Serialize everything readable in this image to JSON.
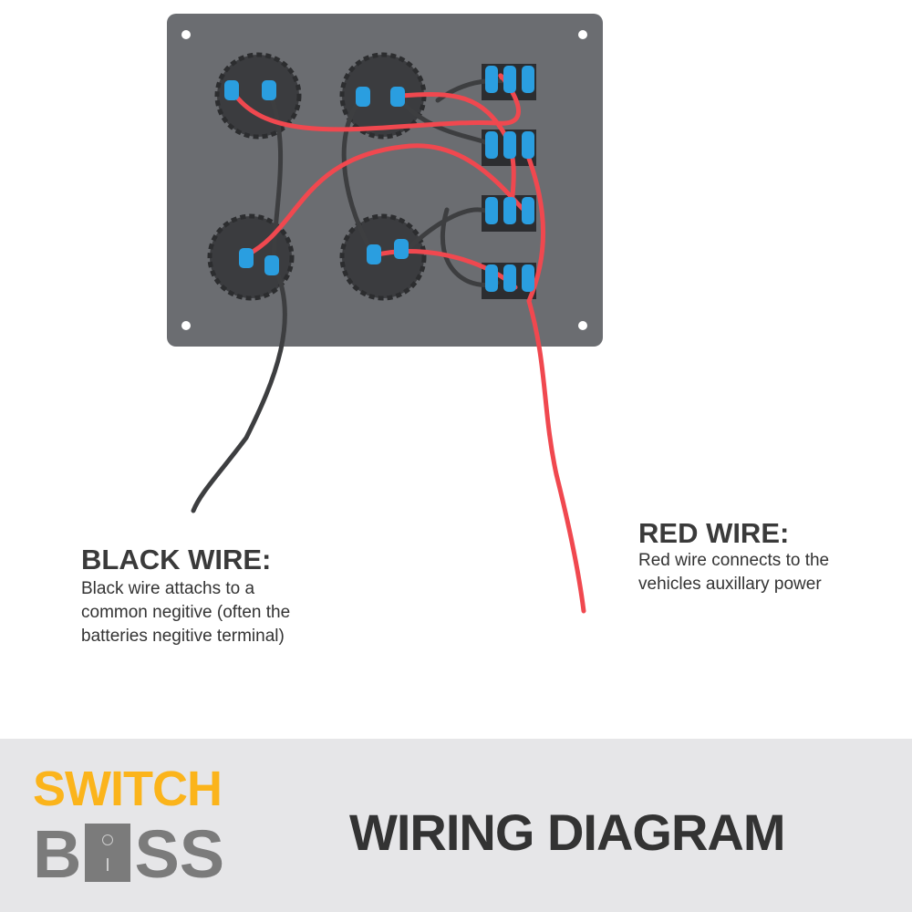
{
  "labels": {
    "black_wire": {
      "title": "BLACK WIRE:",
      "body": "Black wire attachs to a common negitive (often the batteries negitive terminal)"
    },
    "red_wire": {
      "title": "RED WIRE:",
      "body": "Red wire connects to the vehicles auxillary power"
    }
  },
  "footer": {
    "logo": {
      "line1": "SWITCH",
      "line2_left": "B",
      "line2_right": "SS"
    },
    "title": "WIRING DIAGRAM"
  },
  "colors": {
    "panel": "#6b6d71",
    "red_wire": "#f0484f",
    "black_wire": "#3d3e40",
    "connector": "#2a9ee0",
    "logo_yellow": "#fbb41b",
    "logo_gray": "#7b7b7b"
  }
}
